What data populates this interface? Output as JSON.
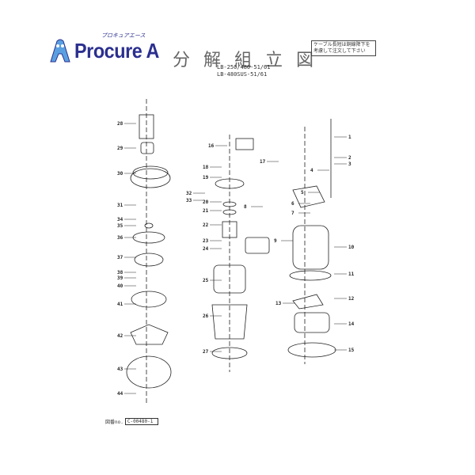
{
  "header": {
    "logo_text": "Procure A",
    "logo_kana": "プロキュアエース",
    "title": "分解組立図",
    "note": "ケーブル長短は銅線降下を考慮して注文して下さい",
    "models": [
      "LB-250/480-51/61",
      "LB-480SUS-51/61"
    ]
  },
  "footer": {
    "drawing_label": "図番no.",
    "drawing_number": "C-00480-1"
  },
  "colors": {
    "logo": "#2b2f8f",
    "line": "#222222"
  },
  "parts": [
    "1",
    "2",
    "3",
    "4",
    "5",
    "6",
    "7",
    "8",
    "9",
    "10",
    "11",
    "12",
    "13",
    "14",
    "15",
    "16",
    "17",
    "18",
    "19",
    "20",
    "21",
    "22",
    "23",
    "24",
    "25",
    "26",
    "27",
    "28",
    "29",
    "30",
    "31",
    "32",
    "33",
    "34",
    "35",
    "36",
    "37",
    "38",
    "39",
    "40",
    "41",
    "42",
    "43",
    "44"
  ]
}
